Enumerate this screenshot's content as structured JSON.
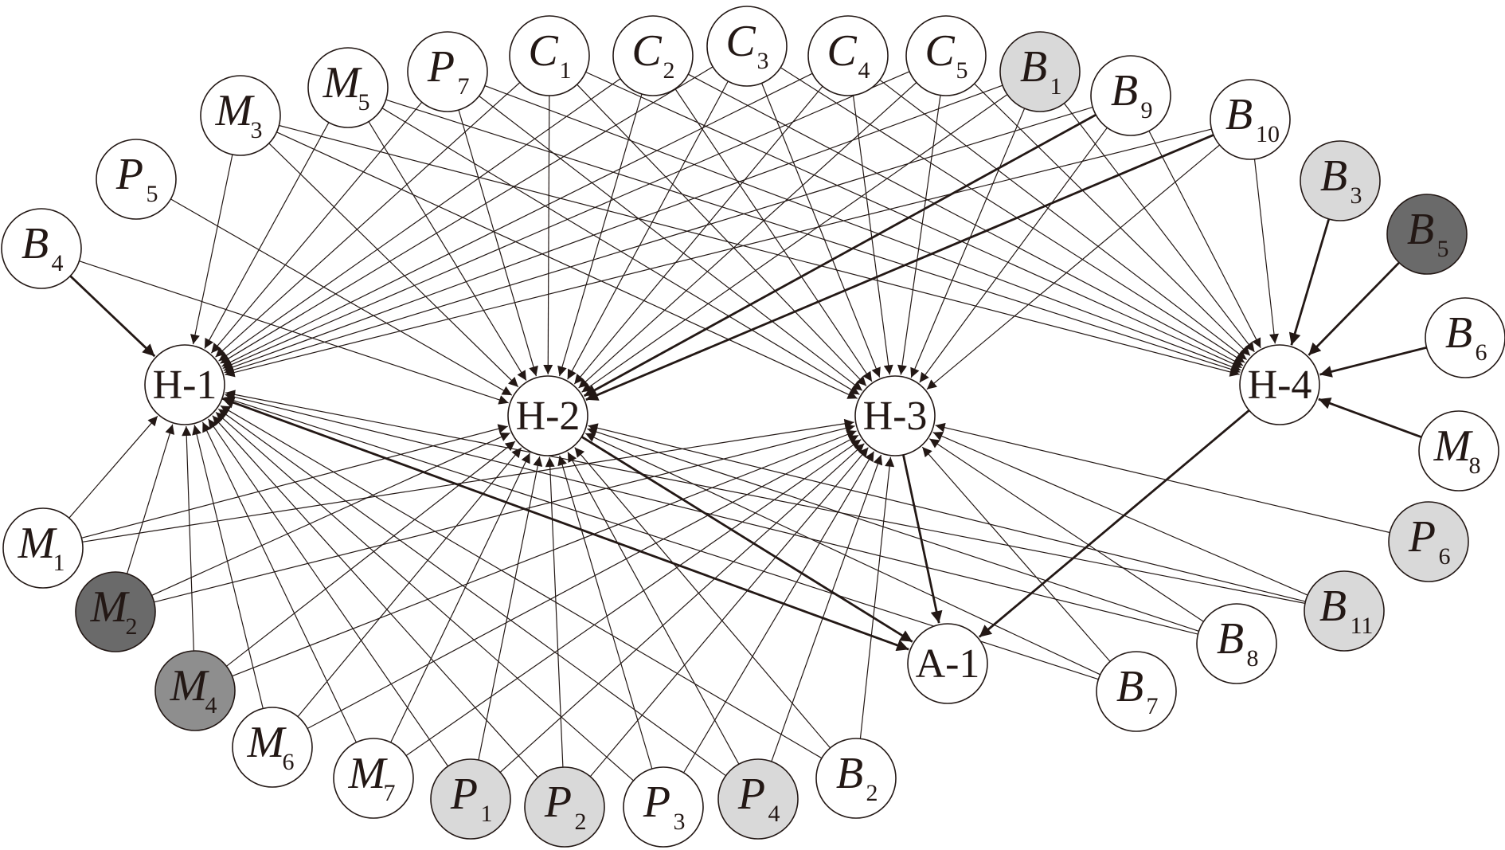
{
  "colors": {
    "white": "#ffffff",
    "light_gray": "#d9d9d9",
    "mid_gray": "#8e8e8e",
    "dark_gray": "#6a6a6a",
    "stroke": "#231815"
  },
  "hubs": [
    {
      "id": "H1",
      "label": "H-1"
    },
    {
      "id": "H2",
      "label": "H-2"
    },
    {
      "id": "H3",
      "label": "H-3"
    },
    {
      "id": "H4",
      "label": "H-4"
    },
    {
      "id": "A1",
      "label": "A-1"
    }
  ],
  "nodes": [
    {
      "id": "C1",
      "main": "C",
      "sub": "1",
      "fill": "white"
    },
    {
      "id": "C2",
      "main": "C",
      "sub": "2",
      "fill": "white"
    },
    {
      "id": "C3",
      "main": "C",
      "sub": "3",
      "fill": "white"
    },
    {
      "id": "C4",
      "main": "C",
      "sub": "4",
      "fill": "white"
    },
    {
      "id": "C5",
      "main": "C",
      "sub": "5",
      "fill": "white"
    },
    {
      "id": "B1",
      "main": "B",
      "sub": "1",
      "fill": "light_gray"
    },
    {
      "id": "B9",
      "main": "B",
      "sub": "9",
      "fill": "white"
    },
    {
      "id": "B10",
      "main": "B",
      "sub": "10",
      "fill": "white"
    },
    {
      "id": "B3",
      "main": "B",
      "sub": "3",
      "fill": "light_gray"
    },
    {
      "id": "B5",
      "main": "B",
      "sub": "5",
      "fill": "dark_gray"
    },
    {
      "id": "B6",
      "main": "B",
      "sub": "6",
      "fill": "white"
    },
    {
      "id": "M8",
      "main": "M",
      "sub": "8",
      "fill": "white"
    },
    {
      "id": "P7",
      "main": "P",
      "sub": "7",
      "fill": "white"
    },
    {
      "id": "M5",
      "main": "M",
      "sub": "5",
      "fill": "white"
    },
    {
      "id": "M3",
      "main": "M",
      "sub": "3",
      "fill": "white"
    },
    {
      "id": "P5",
      "main": "P",
      "sub": "5",
      "fill": "white"
    },
    {
      "id": "B4",
      "main": "B",
      "sub": "4",
      "fill": "white"
    },
    {
      "id": "M1",
      "main": "M",
      "sub": "1",
      "fill": "white"
    },
    {
      "id": "M2",
      "main": "M",
      "sub": "2",
      "fill": "dark_gray"
    },
    {
      "id": "M4",
      "main": "M",
      "sub": "4",
      "fill": "mid_gray"
    },
    {
      "id": "M6",
      "main": "M",
      "sub": "6",
      "fill": "white"
    },
    {
      "id": "M7",
      "main": "M",
      "sub": "7",
      "fill": "white"
    },
    {
      "id": "P1",
      "main": "P",
      "sub": "1",
      "fill": "light_gray"
    },
    {
      "id": "P2",
      "main": "P",
      "sub": "2",
      "fill": "light_gray"
    },
    {
      "id": "P3",
      "main": "P",
      "sub": "3",
      "fill": "white"
    },
    {
      "id": "P4",
      "main": "P",
      "sub": "4",
      "fill": "light_gray"
    },
    {
      "id": "B2",
      "main": "B",
      "sub": "2",
      "fill": "white"
    },
    {
      "id": "B7",
      "main": "B",
      "sub": "7",
      "fill": "white"
    },
    {
      "id": "B8",
      "main": "B",
      "sub": "8",
      "fill": "white"
    },
    {
      "id": "B11",
      "main": "B",
      "sub": "11",
      "fill": "light_gray"
    },
    {
      "id": "P6",
      "main": "P",
      "sub": "6",
      "fill": "light_gray"
    }
  ],
  "edges": [
    [
      "C1",
      "H1"
    ],
    [
      "C1",
      "H2"
    ],
    [
      "C1",
      "H3"
    ],
    [
      "C1",
      "H4"
    ],
    [
      "C2",
      "H1"
    ],
    [
      "C2",
      "H2"
    ],
    [
      "C2",
      "H3"
    ],
    [
      "C2",
      "H4"
    ],
    [
      "C3",
      "H1"
    ],
    [
      "C3",
      "H2"
    ],
    [
      "C3",
      "H3"
    ],
    [
      "C3",
      "H4"
    ],
    [
      "C4",
      "H1"
    ],
    [
      "C4",
      "H2"
    ],
    [
      "C4",
      "H3"
    ],
    [
      "C4",
      "H4"
    ],
    [
      "C5",
      "H1"
    ],
    [
      "C5",
      "H2"
    ],
    [
      "C5",
      "H3"
    ],
    [
      "C5",
      "H4"
    ],
    [
      "P7",
      "H1"
    ],
    [
      "P7",
      "H2"
    ],
    [
      "P7",
      "H3"
    ],
    [
      "P7",
      "H4"
    ],
    [
      "M5",
      "H1"
    ],
    [
      "M5",
      "H2"
    ],
    [
      "M5",
      "H3"
    ],
    [
      "M5",
      "H4"
    ],
    [
      "M3",
      "H1"
    ],
    [
      "M3",
      "H2"
    ],
    [
      "M3",
      "H3"
    ],
    [
      "M3",
      "H4"
    ],
    [
      "P5",
      "H2"
    ],
    [
      "B4",
      "H2"
    ],
    [
      "B1",
      "H1"
    ],
    [
      "B1",
      "H2"
    ],
    [
      "B1",
      "H3"
    ],
    [
      "B1",
      "H4"
    ],
    [
      "B9",
      "H1"
    ],
    [
      "B9",
      "H3"
    ],
    [
      "B9",
      "H4"
    ],
    [
      "B10",
      "H1"
    ],
    [
      "B10",
      "H3"
    ],
    [
      "B10",
      "H4"
    ],
    [
      "M1",
      "H1"
    ],
    [
      "M1",
      "H2"
    ],
    [
      "M1",
      "H3"
    ],
    [
      "M2",
      "H1"
    ],
    [
      "M2",
      "H2"
    ],
    [
      "M2",
      "H3"
    ],
    [
      "M4",
      "H1"
    ],
    [
      "M4",
      "H2"
    ],
    [
      "M4",
      "H3"
    ],
    [
      "M6",
      "H1"
    ],
    [
      "M6",
      "H2"
    ],
    [
      "M6",
      "H3"
    ],
    [
      "M7",
      "H1"
    ],
    [
      "M7",
      "H2"
    ],
    [
      "M7",
      "H3"
    ],
    [
      "P1",
      "H1"
    ],
    [
      "P1",
      "H2"
    ],
    [
      "P1",
      "H3"
    ],
    [
      "P2",
      "H1"
    ],
    [
      "P2",
      "H2"
    ],
    [
      "P2",
      "H3"
    ],
    [
      "P3",
      "H1"
    ],
    [
      "P3",
      "H2"
    ],
    [
      "P3",
      "H3"
    ],
    [
      "P4",
      "H1"
    ],
    [
      "P4",
      "H2"
    ],
    [
      "P4",
      "H3"
    ],
    [
      "B2",
      "H1"
    ],
    [
      "B2",
      "H2"
    ],
    [
      "B2",
      "H3"
    ],
    [
      "B7",
      "H1"
    ],
    [
      "B7",
      "H2"
    ],
    [
      "B7",
      "H3"
    ],
    [
      "B8",
      "H1"
    ],
    [
      "B8",
      "H2"
    ],
    [
      "B8",
      "H3"
    ],
    [
      "B11",
      "H1"
    ],
    [
      "B11",
      "H2"
    ],
    [
      "B11",
      "H3"
    ],
    [
      "P6",
      "H3"
    ]
  ],
  "bold_edges": [
    [
      "B4",
      "H1"
    ],
    [
      "B9",
      "H2"
    ],
    [
      "B10",
      "H2"
    ],
    [
      "B3",
      "H4"
    ],
    [
      "B5",
      "H4"
    ],
    [
      "B6",
      "H4"
    ],
    [
      "M8",
      "H4"
    ],
    [
      "H3",
      "A1"
    ],
    [
      "H4",
      "A1"
    ],
    [
      "H2",
      "A1"
    ]
  ],
  "bold_bidirectional": [
    [
      "H1",
      "A1"
    ]
  ]
}
